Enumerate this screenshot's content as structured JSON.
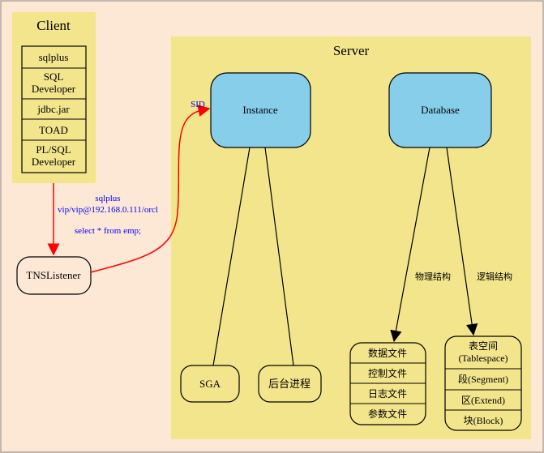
{
  "client": {
    "title": "Client",
    "items": [
      "sqlplus",
      "SQL Developer",
      "jdbc.jar",
      "TOAD",
      "PL/SQL Developer"
    ]
  },
  "server": {
    "title": "Server",
    "instance_label": "Instance",
    "database_label": "Database",
    "sga_label": "SGA",
    "instance_other_label": "后台进程",
    "physical_edge_label": "物理结构",
    "logical_edge_label": "逻辑结构",
    "physical_items": [
      "数据文件",
      "控制文件",
      "日志文件",
      "参数文件"
    ],
    "logical_items": [
      "表空间\n(Tablespace)",
      "段(Segment)",
      "区(Extend)",
      "块(Block)"
    ]
  },
  "listener_label": "TNSListener",
  "edges": {
    "client_to_listener": [
      "sqlplus",
      "vip/vip@192.168.0.111/orcl",
      "select * from emp;"
    ],
    "listener_to_instance": "SID"
  },
  "colors": {
    "background": "#fde8d5",
    "cluster_fill": "#f3e58c",
    "node_blue": "#87ceeb",
    "edge_red": "#ff0000",
    "label_blue": "#0000ff"
  }
}
